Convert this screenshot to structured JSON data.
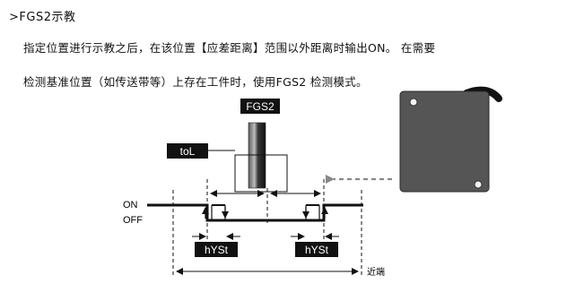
{
  "heading": ">FGS2示教",
  "paragraphs": [
    "指定位置进行示教之后，在该位置【应差距离】范围以外距离时输出ON。 在需要",
    "检测基准位置（如传送带等）上存在工件时，使用FGS2 检测模式。"
  ],
  "diagram": {
    "fgs2_label": "FGS2",
    "tol_label": "toL",
    "on_label": "ON",
    "off_label": "OFF",
    "hyst_left": "hYSt",
    "hyst_right": "hYSt",
    "near_label": "近端"
  }
}
